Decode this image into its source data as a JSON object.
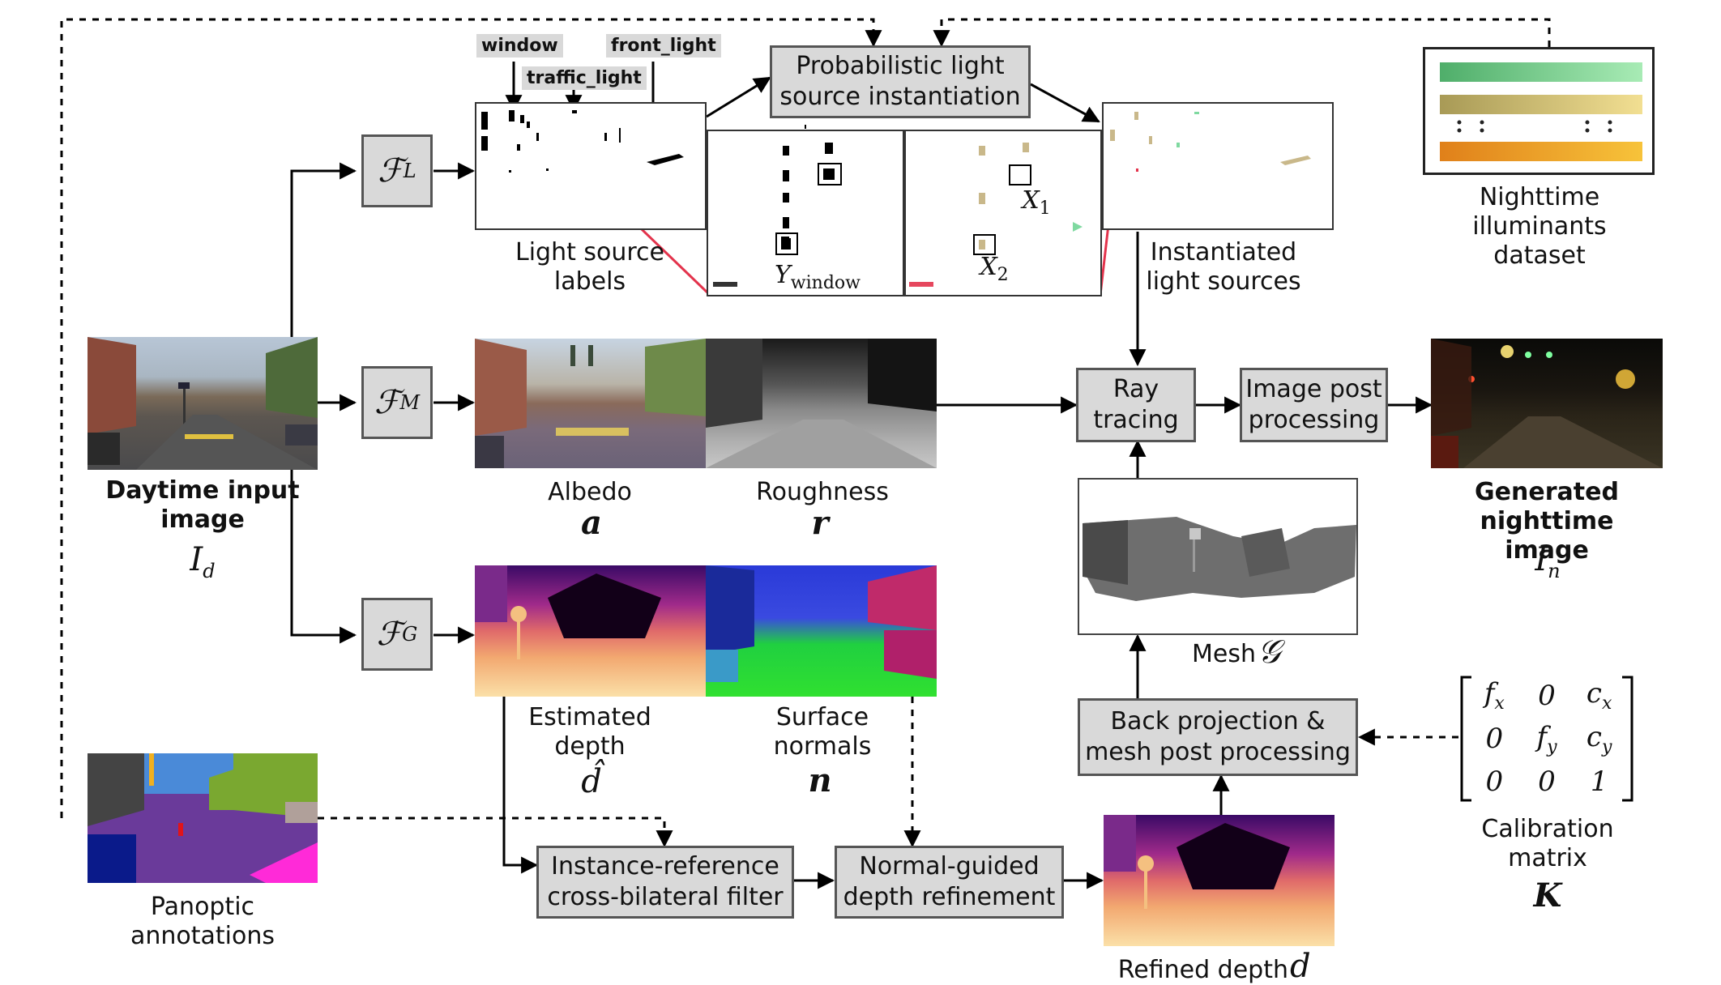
{
  "steps": {
    "prob_instantiation": "Probabilistic light\nsource instantiation",
    "ray_tracing": "Ray\ntracing",
    "post_processing": "Image post\nprocessing",
    "back_projection": "Back projection &\nmesh post processing",
    "bilateral_filter": "Instance-reference\ncross-bilateral filter",
    "depth_refinement": "Normal-guided\ndepth refinement"
  },
  "networks": {
    "f_l": "L",
    "f_m": "M",
    "f_g": "G"
  },
  "tags": {
    "window": "window",
    "traffic_light": "traffic_light",
    "front_light": "front_light"
  },
  "labels": {
    "daytime": "Daytime input\nimage",
    "light_labels": "Light source\nlabels",
    "instantiated": "Instantiated\nlight sources",
    "nighttime_dataset": "Nighttime\nilluminants\ndataset",
    "albedo": "Albedo",
    "roughness": "Roughness",
    "generated": "Generated\nnighttime image",
    "estimated_depth": "Estimated\ndepth",
    "surface_normals": "Surface\nnormals",
    "mesh": "Mesh",
    "panoptic": "Panoptic\nannotations",
    "refined_depth": "Refined depth",
    "calibration": "Calibration\nmatrix"
  },
  "symbols": {
    "i_d": "I",
    "i_d_sub": "d",
    "albedo": "a",
    "roughness": "r",
    "i_n": "I",
    "i_n_sub": "n",
    "depth_hat": "d̂",
    "normals": "n",
    "mesh": "𝒢",
    "refined": "d",
    "calib": "K",
    "y_window": "Y",
    "y_window_sub": "window",
    "x1": "X",
    "x1_sub": "1",
    "x2": "X",
    "x2_sub": "2"
  },
  "matrix": {
    "r1": [
      "f_x",
      "0",
      "c_x"
    ],
    "r2": [
      "0",
      "f_y",
      "c_y"
    ],
    "r3": [
      "0",
      "0",
      "1"
    ]
  }
}
